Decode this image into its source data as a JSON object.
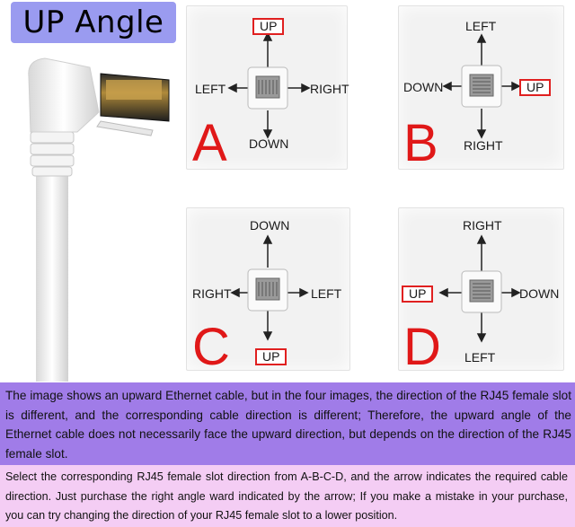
{
  "title": "UP Angle",
  "colors": {
    "badge": "#9a9bf0",
    "highlight": "#e02020",
    "note1_bg": "#a07ce8",
    "note2_bg": "#f4cdf4"
  },
  "panels": [
    {
      "letter": "A",
      "up": "UP",
      "left": "LEFT",
      "right": "RIGHT",
      "down": "DOWN",
      "highlight": "up"
    },
    {
      "letter": "B",
      "up": "LEFT",
      "left": "DOWN",
      "right": "UP",
      "down": "RIGHT",
      "highlight": "right"
    },
    {
      "letter": "C",
      "up": "DOWN",
      "left": "RIGHT",
      "right": "LEFT",
      "down": "UP",
      "highlight": "down"
    },
    {
      "letter": "D",
      "up": "RIGHT",
      "left": "UP",
      "right": "DOWN",
      "down": "LEFT",
      "highlight": "left"
    }
  ],
  "notes": {
    "primary": "The image shows an upward Ethernet cable, but in the four images, the direction of the RJ45 female slot is different, and the corresponding cable direction is different; Therefore, the upward angle of the Ethernet cable does not necessarily face the upward direction, but depends on the direction of the RJ45 female slot.",
    "secondary": "Select the corresponding RJ45 female slot direction from A-B-C-D, and the arrow indicates the required cable direction. Just purchase the right angle ward indicated by the arrow; If you make a mistake in your purchase, you can try changing the direction of your RJ45 female slot to a lower position."
  }
}
